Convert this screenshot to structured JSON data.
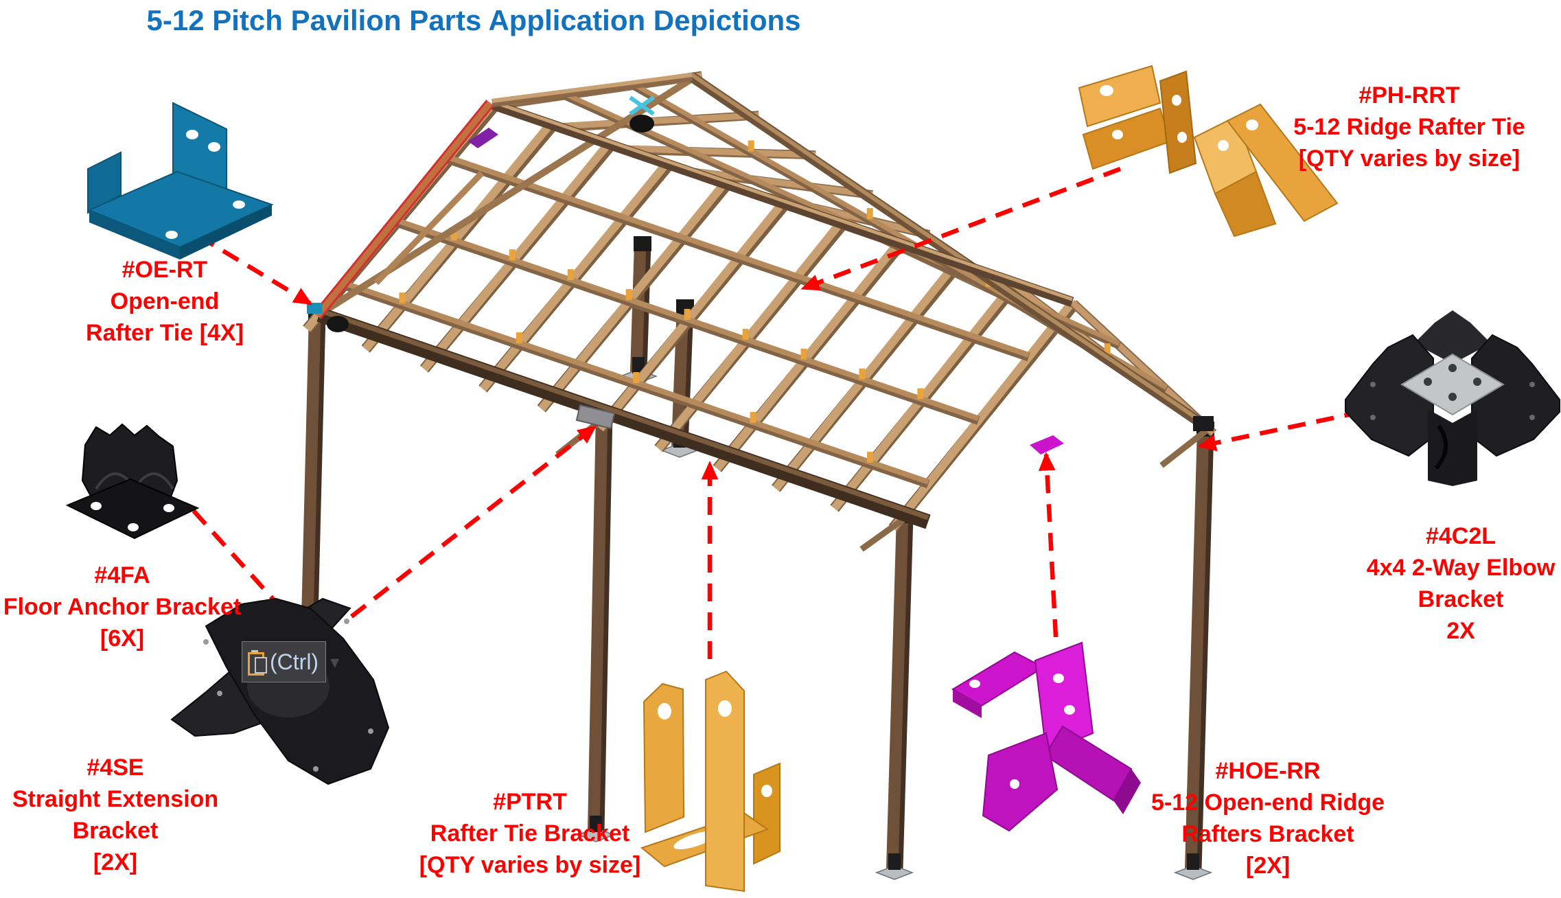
{
  "title": {
    "text": "5-12 Pitch Pavilion Parts Application Depictions"
  },
  "colors": {
    "title": "#1272BE",
    "labels": "#FF0000",
    "arrows": "#FF0000",
    "teal_part": "#147AA8",
    "orange_part": "#E8A33C",
    "black_part": "#1D1D20",
    "magenta_part": "#CC14CC",
    "wood_light": "#C49A6C",
    "wood_dark": "#5C4632"
  },
  "parts": [
    {
      "id": "oe-rt",
      "lines": [
        "#OE-RT",
        "Open-end",
        "Rafter Tie [4X]"
      ]
    },
    {
      "id": "ph-rrt",
      "lines": [
        "#PH-RRT",
        "5-12 Ridge Rafter Tie",
        "[QTY varies by size]"
      ]
    },
    {
      "id": "4c2l",
      "lines": [
        "#4C2L",
        "4x4 2-Way Elbow",
        "Bracket",
        "2X"
      ]
    },
    {
      "id": "4fa",
      "lines": [
        "#4FA",
        "Floor Anchor Bracket",
        "[6X]"
      ]
    },
    {
      "id": "4se",
      "lines": [
        "#4SE",
        "Straight Extension",
        "Bracket",
        "[2X]"
      ]
    },
    {
      "id": "ptrt",
      "lines": [
        "#PTRT",
        "Rafter Tie Bracket",
        "[QTY varies by size]"
      ]
    },
    {
      "id": "hoe-rr",
      "lines": [
        "#HOE-RR",
        "5-12 Open-end Ridge",
        "Rafters Bracket",
        "[2X]"
      ]
    }
  ],
  "paste_options": {
    "label": "(Ctrl)",
    "icon": "clipboard-icon",
    "caret_icon": "dropdown-caret-icon",
    "caret": "▾"
  }
}
